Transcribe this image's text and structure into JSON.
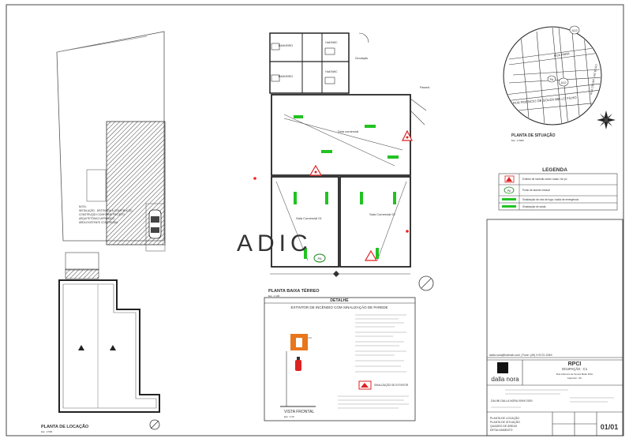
{
  "site_plan": {
    "title": "PLANTA DE LOCAÇÃO",
    "scale": "Esc. 1:500",
    "note_lines": [
      "NOTA:",
      "INSTALAÇÃO - DESTINADA À CONSTRUÇÃO",
      "CONSTRUÇÃO CONFORME PROJETO",
      "ARQUITETÔNICO APROVADO",
      "ÁREA EXISTENTE CONSTRUÍDA"
    ]
  },
  "floor_plan": {
    "title": "PLANTA BAIXA TÉRREO",
    "scale": "Esc. 1:100",
    "rooms": {
      "wc_a": "BANHEIRO",
      "wc_b": "BANHEIRO",
      "hall_a": "Hall BWC",
      "hall_b": "Hall BWC",
      "circ": "Circulação",
      "sala_main": "Sala comercial",
      "sala_01": "Sala Comercial 01",
      "sala_02": "Sala Comercial 02",
      "passeio": "Passeio"
    },
    "badges": {
      "pa": "PA"
    }
  },
  "location_map": {
    "title": "PLANTA DE SITUAÇÃO",
    "scale": "Esc. 1:5000",
    "streets": {
      "main": "RUA FIDENCIO DE SOUZA MELLO FILHO",
      "north": "RUA PARA",
      "east": "RUA OSCAR LUIZ BOGO"
    },
    "labels": {
      "pa": "PA",
      "a12": "A12",
      "a13": "A13"
    }
  },
  "legend": {
    "title": "LEGENDA",
    "items": [
      {
        "symbol": "extinguisher",
        "text": "Extintor de incêndio sobre rodas / de pó"
      },
      {
        "symbol": "PA",
        "text": "Ponto de alarme manual"
      },
      {
        "symbol": "arrow",
        "text": "Sinalização de rota de fuga / saída de emergência"
      },
      {
        "symbol": "arrow",
        "text": "Sinalização de saída"
      }
    ]
  },
  "detail": {
    "header": "DETALHE",
    "subtitle": "EXTINTOR DE INCÊNDIO COM SINALIZAÇÃO DE PAREDE",
    "view_title": "VISTA FRONTAL",
    "view_scale": "Esc. 1:25",
    "callout": "SINALIZAÇÃO DE EXTINTOR"
  },
  "title_block": {
    "contact": "dalla.nora@hotmail.com  |  Fone: (49) 9 9172-2949",
    "project": "RPCI",
    "occupancy": "OCUPAÇÃO : C1",
    "address_line1": "Rua Fidencio de Souza Mello Filho",
    "address_line2": "Capinzal - SC",
    "firm": "dalla nora",
    "author": "DALINI DALLA NORA 009/9 2000",
    "sheet_info": [
      "PLANTA DE LOCAÇÃO",
      "PLANTA DE SITUAÇÃO",
      "QUADRO DE ÁREAS",
      "DETALHAMENTO"
    ],
    "sheet_number": "01/01"
  },
  "watermark": "ADIC"
}
